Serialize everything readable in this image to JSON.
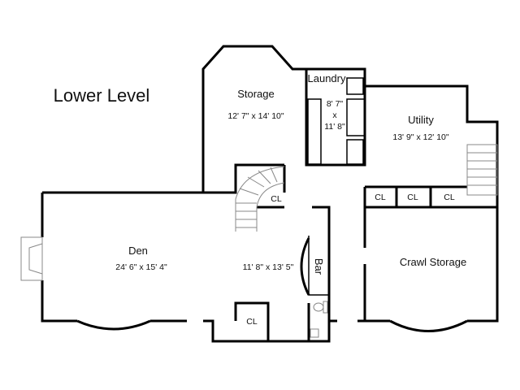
{
  "title": "Lower Level",
  "rooms": {
    "storage": {
      "name": "Storage",
      "dims": "12' 7\" x 14' 10\""
    },
    "laundry": {
      "name": "Laundry",
      "dims_line1": "8' 7\"",
      "dims_line2": "x",
      "dims_line3": "11' 8\""
    },
    "utility": {
      "name": "Utility",
      "dims": "13' 9\" x 12' 10\""
    },
    "den": {
      "name": "Den",
      "dims": "24' 6\" x 15' 4\""
    },
    "bar_area": {
      "dims": "11' 8\" x 13' 5\""
    },
    "bar": {
      "name": "Bar"
    },
    "crawl_storage": {
      "name": "Crawl Storage"
    },
    "closets": [
      "CL",
      "CL",
      "CL",
      "CL",
      "CL"
    ]
  }
}
